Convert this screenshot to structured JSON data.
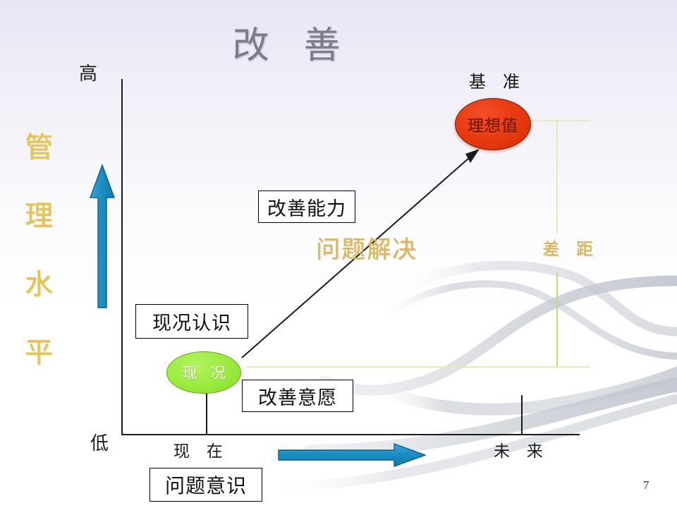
{
  "slide": {
    "title": "改 善",
    "page_number": "7",
    "background_color": "#ebe8f5"
  },
  "axes": {
    "y_axis_title": [
      "管",
      "理",
      "水",
      "平"
    ],
    "y_axis_title_color": "#e8c24a",
    "y_top_label": "高",
    "y_bottom_label": "低",
    "x_left_label": "现 在",
    "x_right_label": "未 来"
  },
  "nodes": {
    "benchmark_label": "基 准",
    "ideal_ellipse": {
      "text": "理想值",
      "fill": "#ea3a10",
      "text_color": "#8e1c00"
    },
    "current_ellipse": {
      "text": "现 况",
      "fill": "#9bec3f",
      "text_color": "#ffffff"
    }
  },
  "boxes": {
    "improvement_ability": "改善能力",
    "current_awareness": "现况认识",
    "improvement_will": "改善意愿",
    "problem_awareness": "问题意识"
  },
  "free_text": {
    "problem_solving": "问题解决",
    "gap": "差 距",
    "gold_color": "#d9b55c"
  },
  "arrows": {
    "up_arrow_color": "#1b8fc4",
    "right_arrow_color": "#1b8fc4",
    "diagonal_arrow_color": "#1a1a1a"
  },
  "chart_data": {
    "type": "scatter",
    "title": "改 善",
    "xlabel": "",
    "ylabel": "管理水平",
    "x_ticks": [
      "现 在",
      "未 来"
    ],
    "y_ticks": [
      "低",
      "高"
    ],
    "points": [
      {
        "label": "现 况",
        "x": "现 在",
        "y": "low",
        "color": "#9bec3f"
      },
      {
        "label": "理想值",
        "x": "未 来",
        "y": "high",
        "color": "#ea3a10"
      }
    ],
    "annotations": [
      "基 准",
      "改善能力",
      "问题解决",
      "现况认识",
      "改善意愿",
      "问题意识",
      "差 距"
    ],
    "grid": false,
    "legend": "none"
  }
}
